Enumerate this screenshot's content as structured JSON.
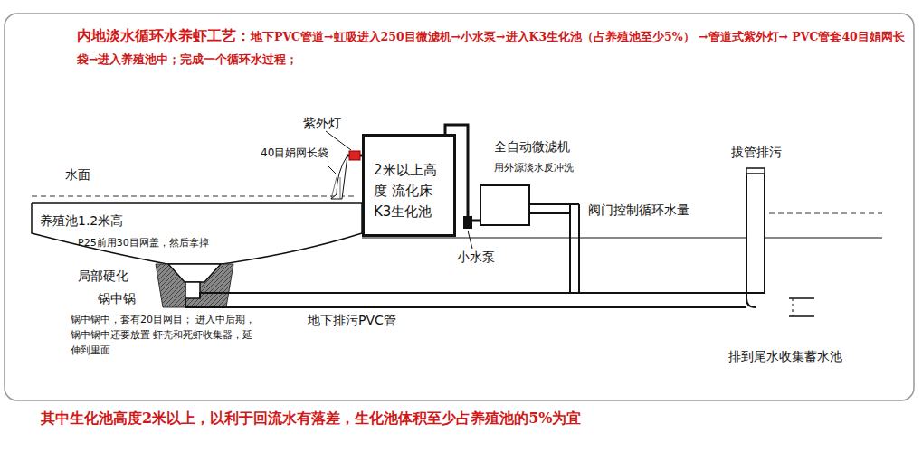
{
  "diagram": {
    "title": "内地淡水循环水养虾工艺：",
    "caption": "其中生化池高度2米以上，以利于回流水有落差，生化池体积至少占养殖池的5%为宜",
    "nodes": [
      {
        "text": [
          "2米以上高度 流化床 K3生化池"
        ]
      },
      {
        "text": [
          "全自动微滤机",
          "用外源淡水反冲洗"
        ]
      }
    ],
    "edges": [
      {
        "from": 1,
        "to": 0,
        "arrow": "none"
      }
    ],
    "labels": [
      "地下PVC管道→虹吸进入250目微滤机→小水泵→进入K3生化池（占养殖池至少5%） →管道式紫外灯→ PVC管套40目娟网长袋→进入养殖池中；完成一个循环水过程；",
      "紫外灯",
      "40目娟网长袋",
      "水面",
      "养殖池1.2米高",
      "P25前用30目网盖，然后拿掉",
      "局部硬化",
      "锅中锅",
      "锅中锅中，套有20目网目； 进入中后期，锅中锅中还要放置 虾壳和死虾收集器，延伸到里面",
      "小水泵",
      "阀门控制循环水量",
      "地下排污PVC管",
      "拔管排污",
      "排到尾水收集蓄水池"
    ]
  }
}
